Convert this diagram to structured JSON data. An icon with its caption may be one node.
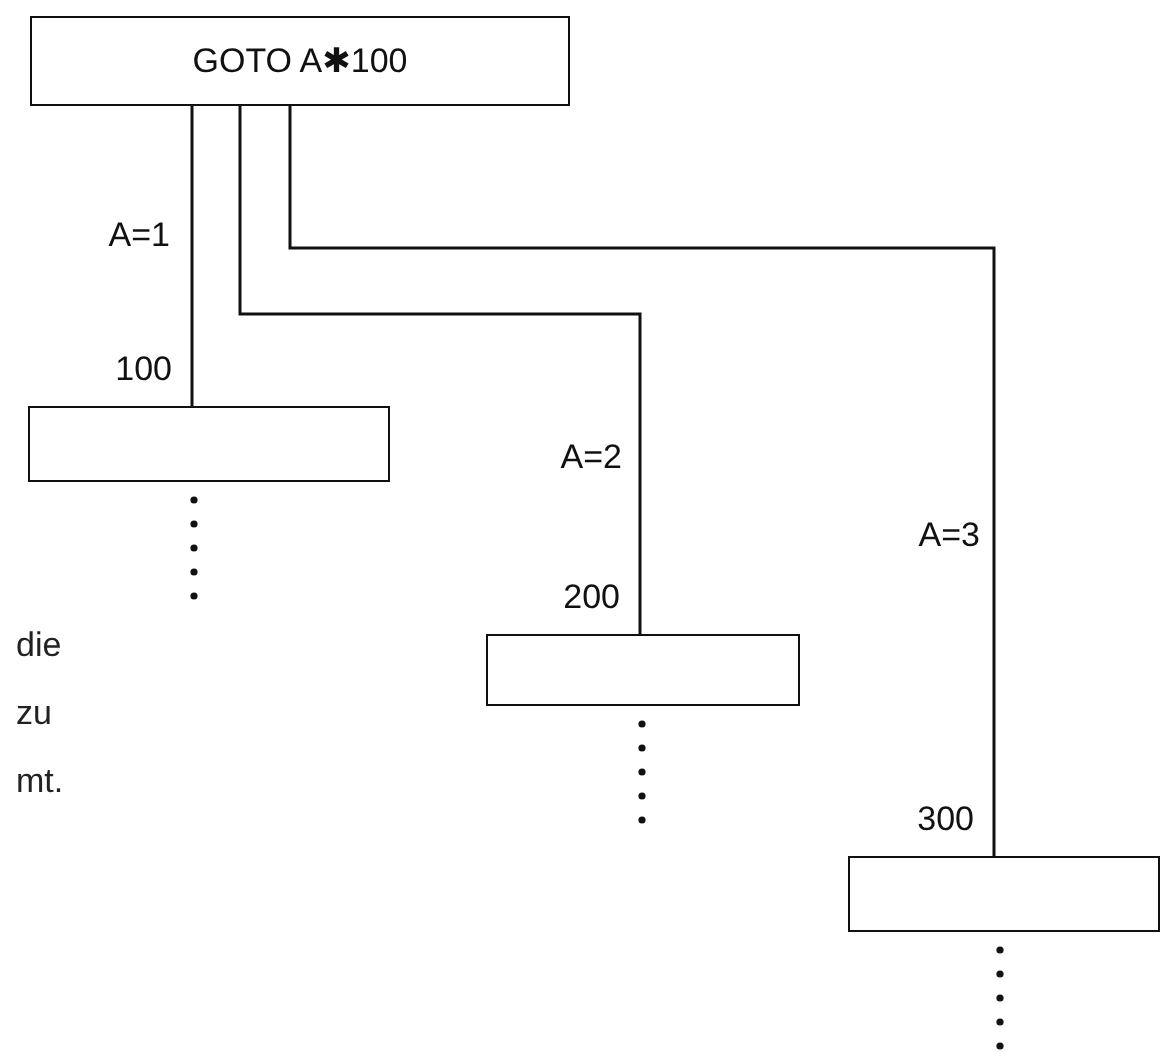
{
  "diagram": {
    "nodes": [
      {
        "text": [
          "GOTO A✱100"
        ]
      },
      {
        "text": [],
        "shape": "box",
        "beside": [
          "100"
        ]
      },
      {
        "text": [],
        "shape": "box",
        "beside": [
          "200"
        ]
      },
      {
        "text": [],
        "shape": "box",
        "beside": [
          "300"
        ]
      }
    ],
    "edges": [
      {
        "from": 0,
        "to": 1,
        "arrow": "none",
        "label": "A=1"
      },
      {
        "from": 0,
        "to": 2,
        "arrow": "none",
        "label": "A=2"
      },
      {
        "from": 0,
        "to": 3,
        "arrow": "none",
        "label": "A=3"
      }
    ],
    "labels": [
      "die",
      "zu",
      "mt."
    ]
  }
}
